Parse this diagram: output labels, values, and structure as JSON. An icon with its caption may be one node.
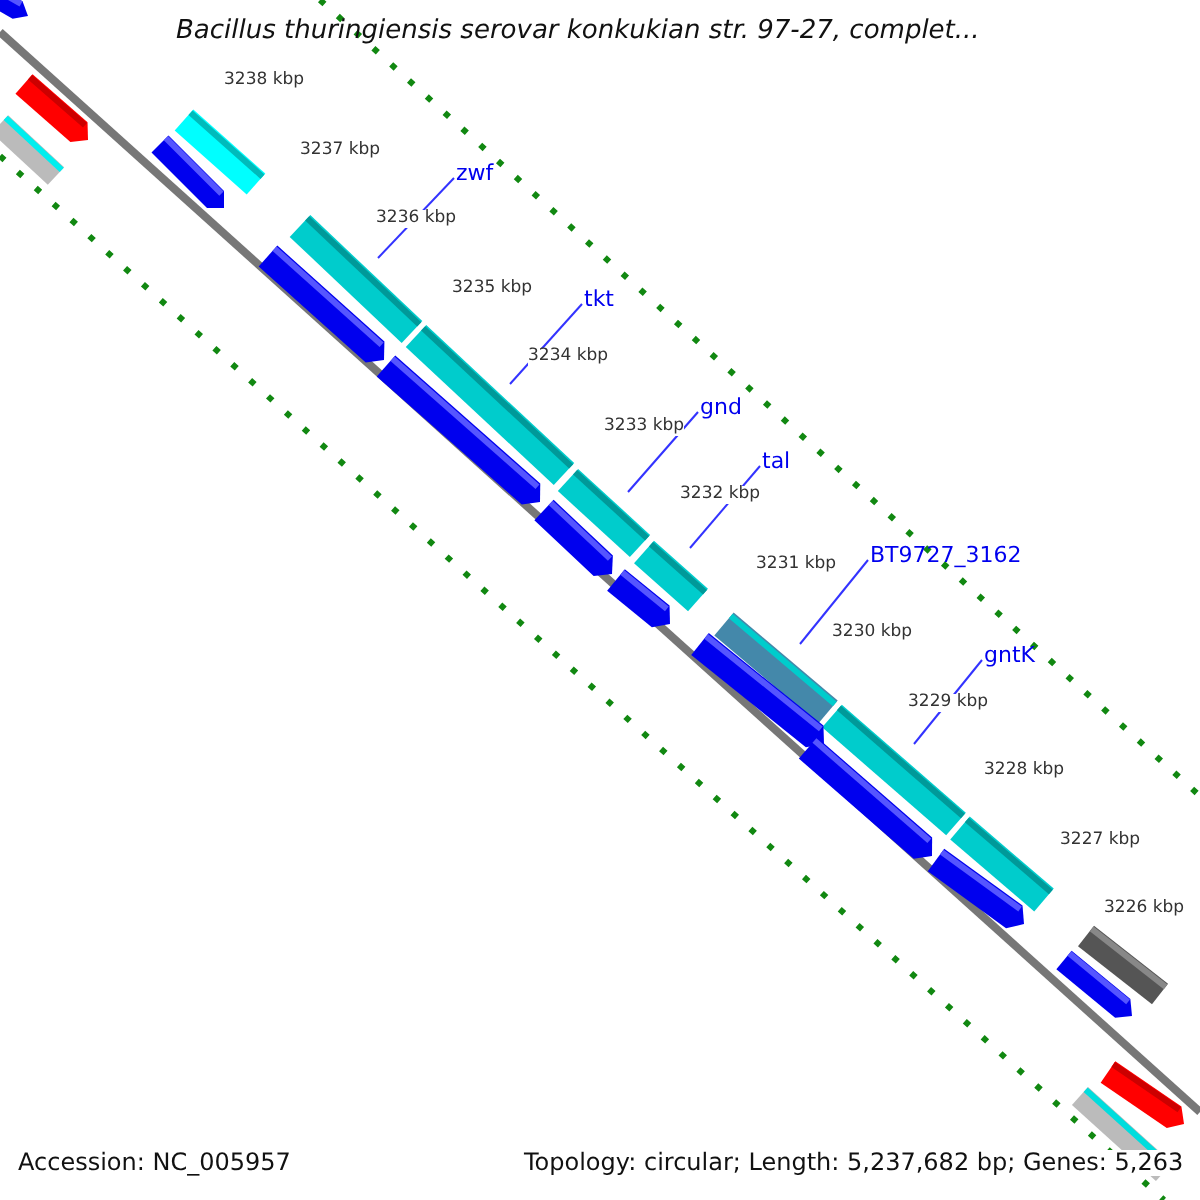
{
  "diagram": {
    "title": "Bacillus thuringiensis serovar konkukian str. 97-27, complet...",
    "nodes": [
      {
        "text": [
          "zwf"
        ]
      },
      {
        "text": [
          "tkt"
        ]
      },
      {
        "text": [
          "gnd"
        ]
      },
      {
        "text": [
          "tal"
        ]
      },
      {
        "text": [
          "BT9727_3162"
        ]
      },
      {
        "text": [
          "gntK"
        ]
      }
    ],
    "edges": [
      {
        "from": 0,
        "to": null,
        "arrow": "none"
      },
      {
        "from": 1,
        "to": null,
        "arrow": "none"
      },
      {
        "from": 2,
        "to": null,
        "arrow": "none"
      },
      {
        "from": 3,
        "to": null,
        "arrow": "none"
      },
      {
        "from": 4,
        "to": null,
        "arrow": "none"
      },
      {
        "from": 5,
        "to": null,
        "arrow": "none"
      }
    ],
    "labels": [
      "3238 kbp",
      "3237 kbp",
      "3236 kbp",
      "3235 kbp",
      "3234 kbp",
      "3233 kbp",
      "3232 kbp",
      "3231 kbp",
      "3230 kbp",
      "3229 kbp",
      "3228 kbp",
      "3227 kbp",
      "3226 kbp",
      "Accession: NC_005957",
      "Topology: circular; Length: 5,237,682 bp; Genes: 5,263"
    ]
  }
}
